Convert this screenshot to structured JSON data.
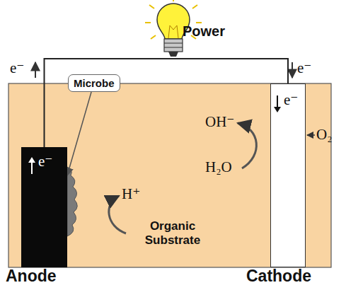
{
  "diagram": {
    "nodes": [
      {
        "text": [
          "e⁻"
        ]
      },
      {
        "text": [
          "Microbe"
        ]
      },
      {
        "text": [
          "e⁻"
        ]
      }
    ],
    "edges": [
      {
        "from": 1,
        "to": 0,
        "arrow": "to"
      },
      {
        "from": 0,
        "to": 2,
        "arrow": "none"
      }
    ],
    "labels": [
      "Power",
      "e⁻",
      "e⁻",
      "OH⁻",
      "H₂O",
      "O₂",
      "H⁺",
      "Organic Substrate",
      "Anode",
      "Cathode"
    ]
  }
}
